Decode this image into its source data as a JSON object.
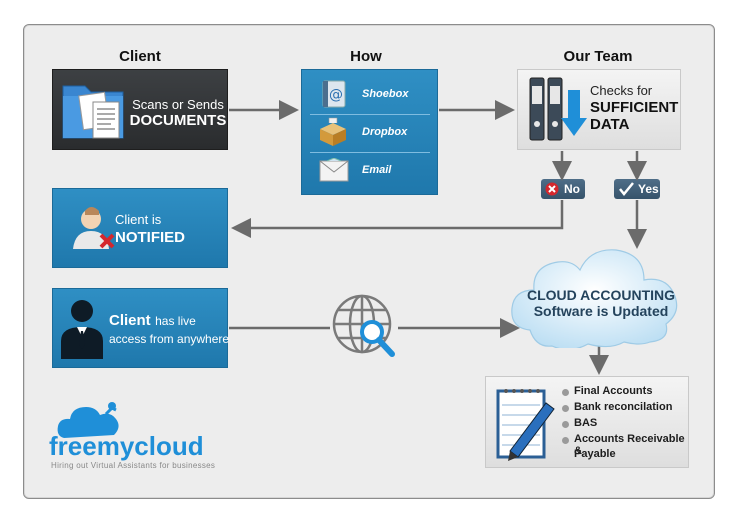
{
  "headers": {
    "client": "Client",
    "how": "How",
    "team": "Our Team"
  },
  "scan": {
    "line1": "Scans or Sends",
    "line2": "DOCUMENTS"
  },
  "how_items": [
    "Shoebox",
    "Dropbox",
    "Email"
  ],
  "checks": {
    "line1": "Checks for",
    "line2": "SUFFICIENT",
    "line3": "DATA"
  },
  "decision": {
    "no": "No",
    "yes": "Yes"
  },
  "notified": {
    "line1": "Client is",
    "line2": "NOTIFIED"
  },
  "access": {
    "bold": "Client",
    "rest1": "has live",
    "line2": "access from anywhere"
  },
  "cloud": {
    "line1": "CLOUD ACCOUNTING",
    "line2": "Software is Updated"
  },
  "outputs": [
    "Final Accounts",
    "Bank reconcilation",
    "BAS",
    "Accounts Receivable &",
    "Payable"
  ],
  "logo": {
    "name": "freemycloud",
    "tagline": "Hiring out Virtual Assistants for businesses"
  },
  "colors": {
    "blue": "#2584ba",
    "dark": "#333537",
    "arrow": "#6b6b6b",
    "cloud": "#cfe7f6",
    "cloud_text": "#24435c",
    "no_icon": "#d4272d"
  }
}
